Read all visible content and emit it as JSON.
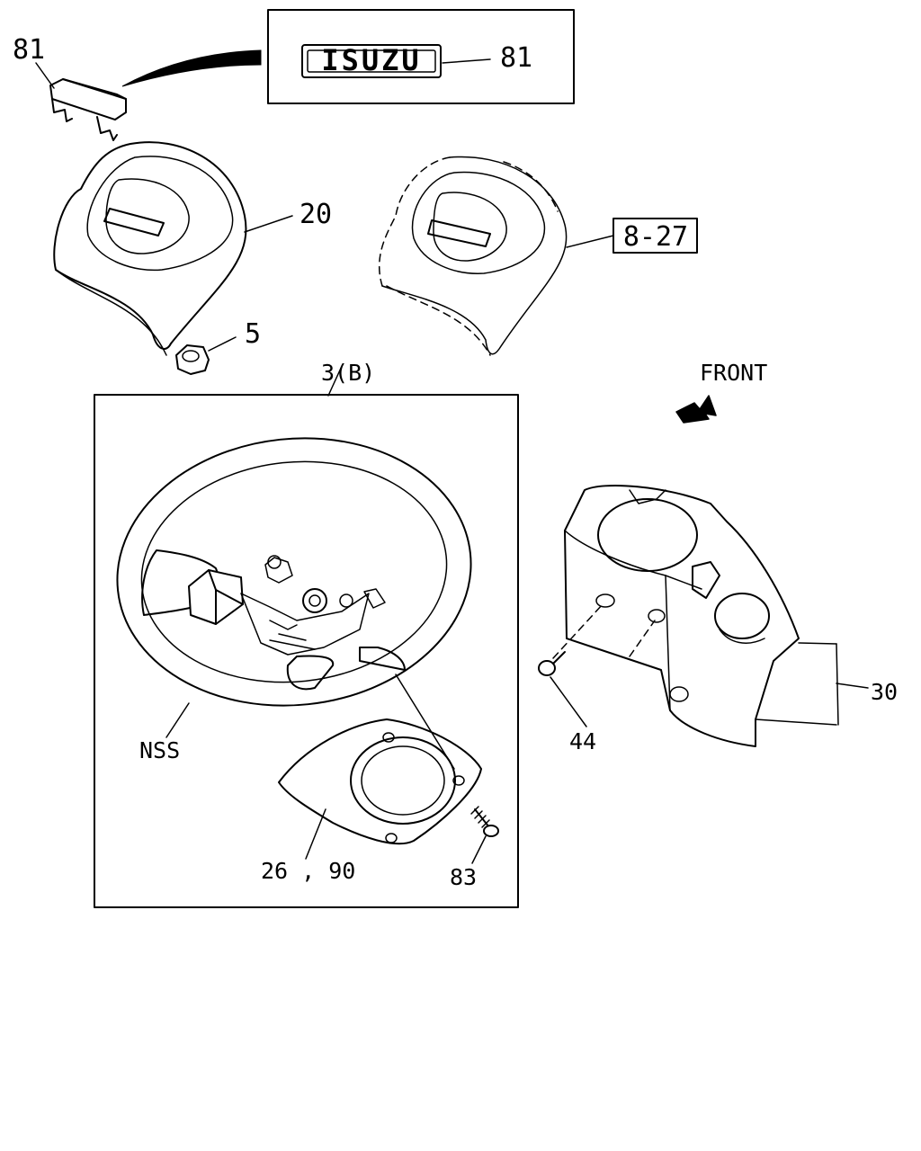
{
  "callouts": {
    "emblem_left": "81",
    "emblem_right": "81",
    "horn_pad": "20",
    "nut": "5",
    "wheel_assembly": "3(B)",
    "ref_box": "8-27",
    "front": "FRONT",
    "nss": "NSS",
    "cover": "26 , 90",
    "screw_83": "83",
    "screw_44": "44",
    "column_cover": "30"
  },
  "emblem": {
    "logo_text": "ISUZU"
  },
  "icons": {
    "front_arrow": "arrow-right-icon"
  }
}
